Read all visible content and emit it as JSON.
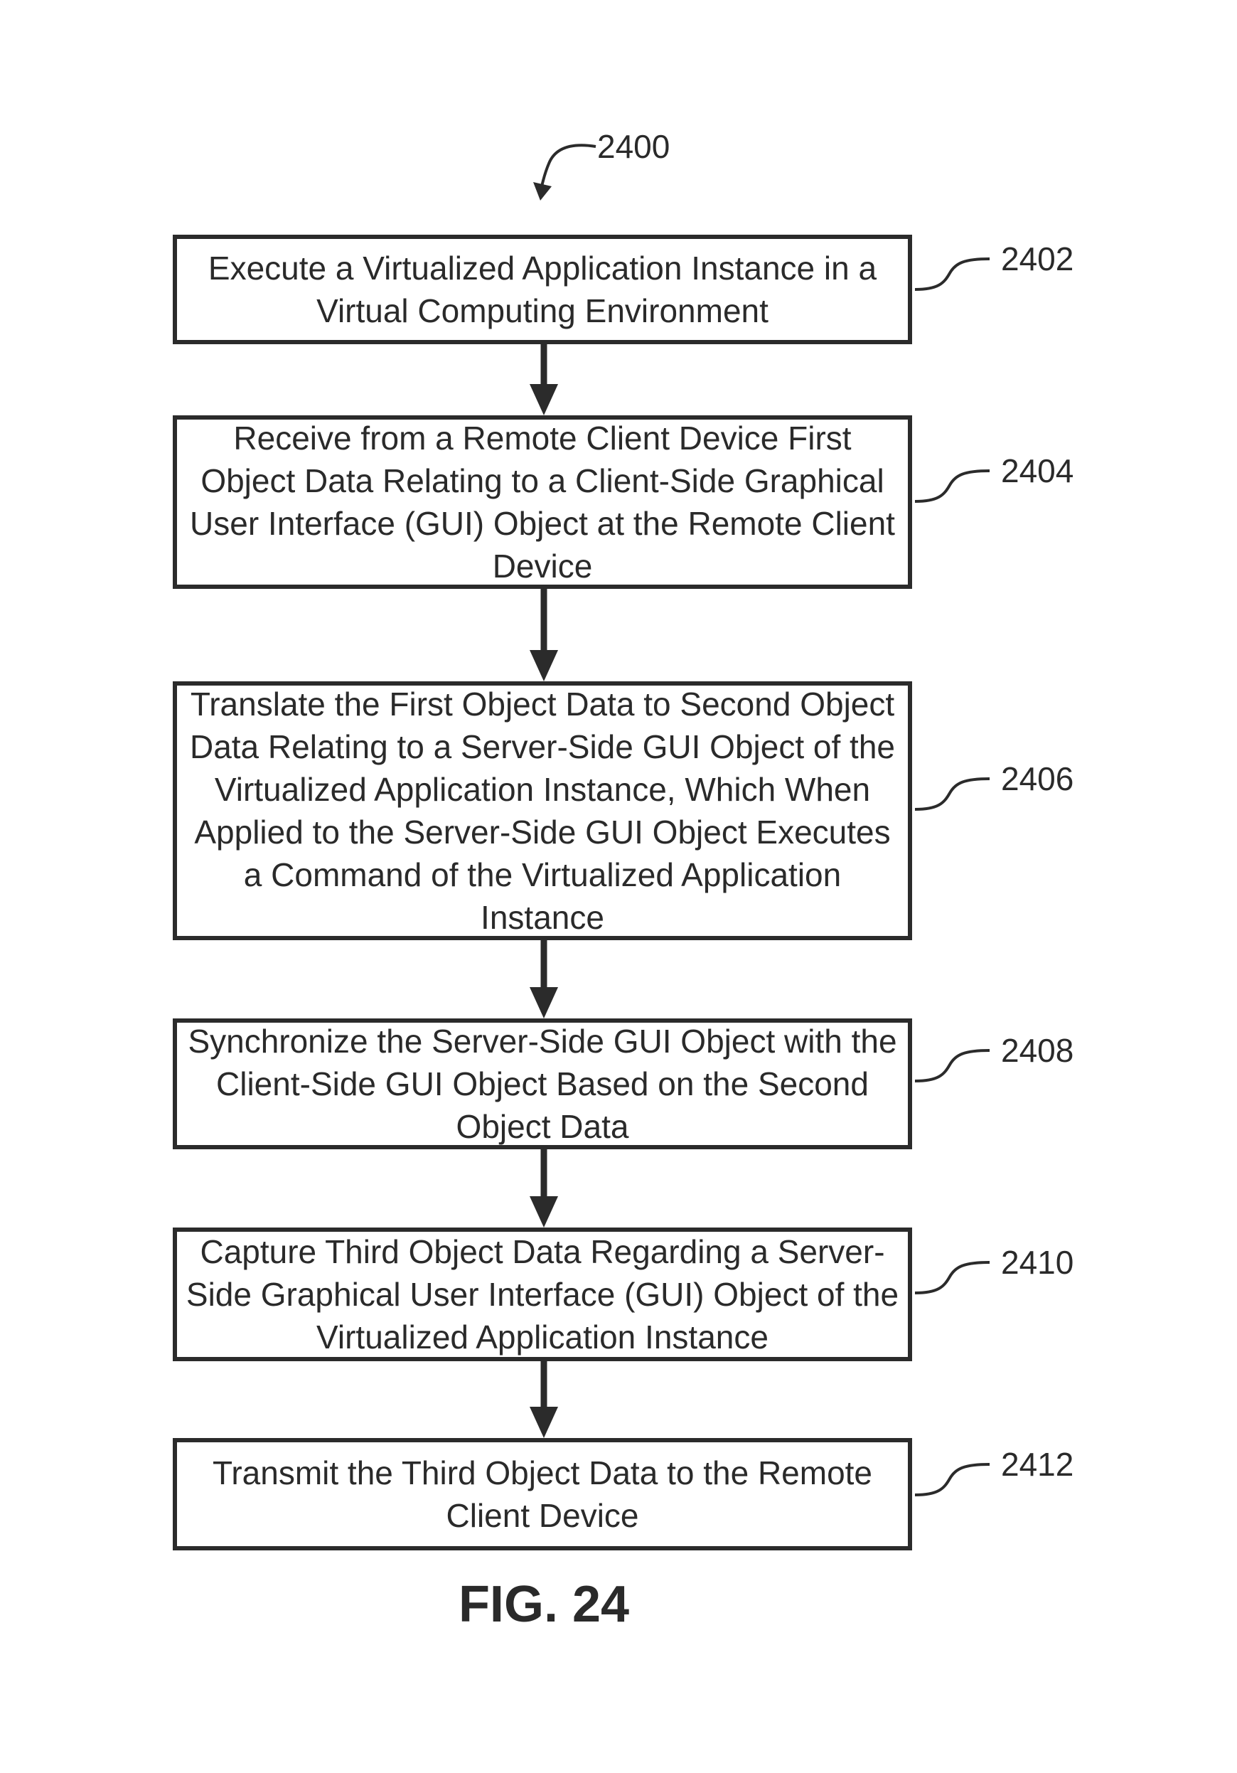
{
  "figure": {
    "ref": "2400",
    "title": "FIG. 24"
  },
  "steps": [
    {
      "ref": "2402",
      "text": "Execute a Virtualized Application Instance in a Virtual Computing Environment"
    },
    {
      "ref": "2404",
      "text": "Receive from a Remote Client Device First Object Data Relating to a Client-Side Graphical User Interface (GUI) Object at the Remote Client Device"
    },
    {
      "ref": "2406",
      "text": "Translate the First Object Data to Second Object Data Relating to a Server-Side GUI Object of the Virtualized Application Instance, Which When Applied to the Server-Side GUI Object Executes a Command of the Virtualized Application Instance"
    },
    {
      "ref": "2408",
      "text": "Synchronize the Server-Side GUI Object with the Client-Side GUI Object Based on the Second Object Data"
    },
    {
      "ref": "2410",
      "text": "Capture Third Object Data Regarding a Server-Side Graphical User Interface (GUI) Object of the Virtualized Application Instance"
    },
    {
      "ref": "2412",
      "text": "Transmit the Third Object Data to the Remote Client Device"
    }
  ],
  "colors": {
    "ink": "#2b2b2b",
    "background": "#ffffff"
  }
}
